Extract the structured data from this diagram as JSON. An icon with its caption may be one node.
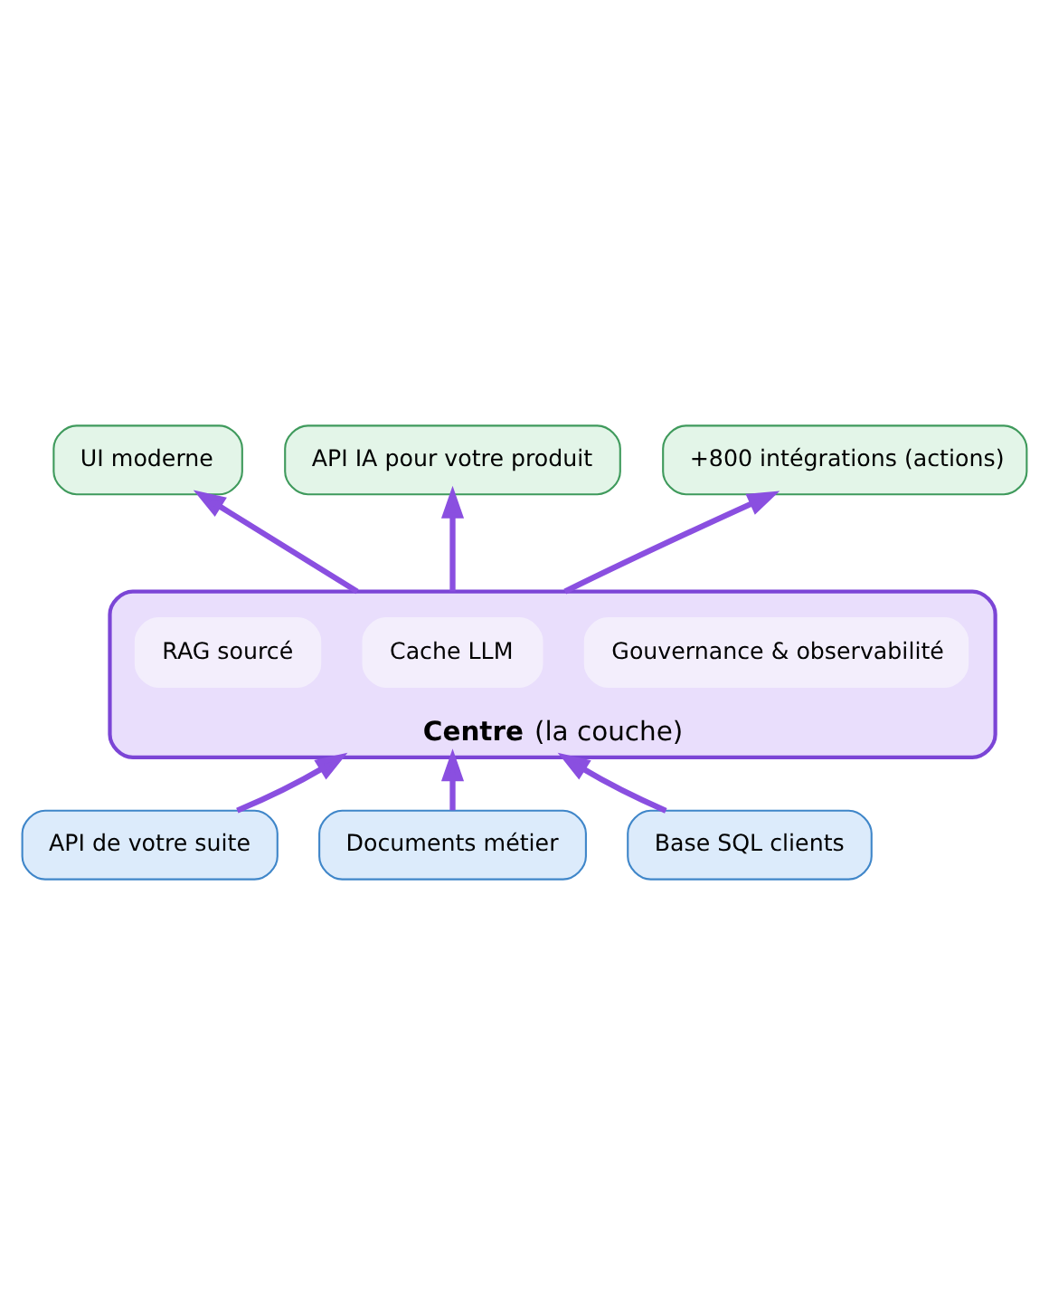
{
  "diagram": {
    "nodes": [
      {
        "text": [
          "UI moderne"
        ]
      },
      {
        "text": [
          "API IA pour votre produit"
        ]
      },
      {
        "text": [
          "+800 intégrations (actions)"
        ]
      },
      {
        "text": [
          "**Centre** (la couche)"
        ]
      },
      {
        "text": [
          "RAG sourcé"
        ],
        "in": 3
      },
      {
        "text": [
          "Cache LLM"
        ],
        "in": 3
      },
      {
        "text": [
          "Gouvernance & observabilité"
        ],
        "in": 3
      },
      {
        "text": [
          "API de votre suite"
        ]
      },
      {
        "text": [
          "Documents métier"
        ]
      },
      {
        "text": [
          "Base SQL clients"
        ]
      }
    ],
    "edges": [
      {
        "from": 3,
        "to": 0,
        "arrow": "to"
      },
      {
        "from": 3,
        "to": 1,
        "arrow": "to"
      },
      {
        "from": 3,
        "to": 2,
        "arrow": "to"
      },
      {
        "from": 7,
        "to": 3,
        "arrow": "to"
      },
      {
        "from": 8,
        "to": 3,
        "arrow": "to"
      },
      {
        "from": 9,
        "to": 3,
        "arrow": "to"
      }
    ]
  }
}
